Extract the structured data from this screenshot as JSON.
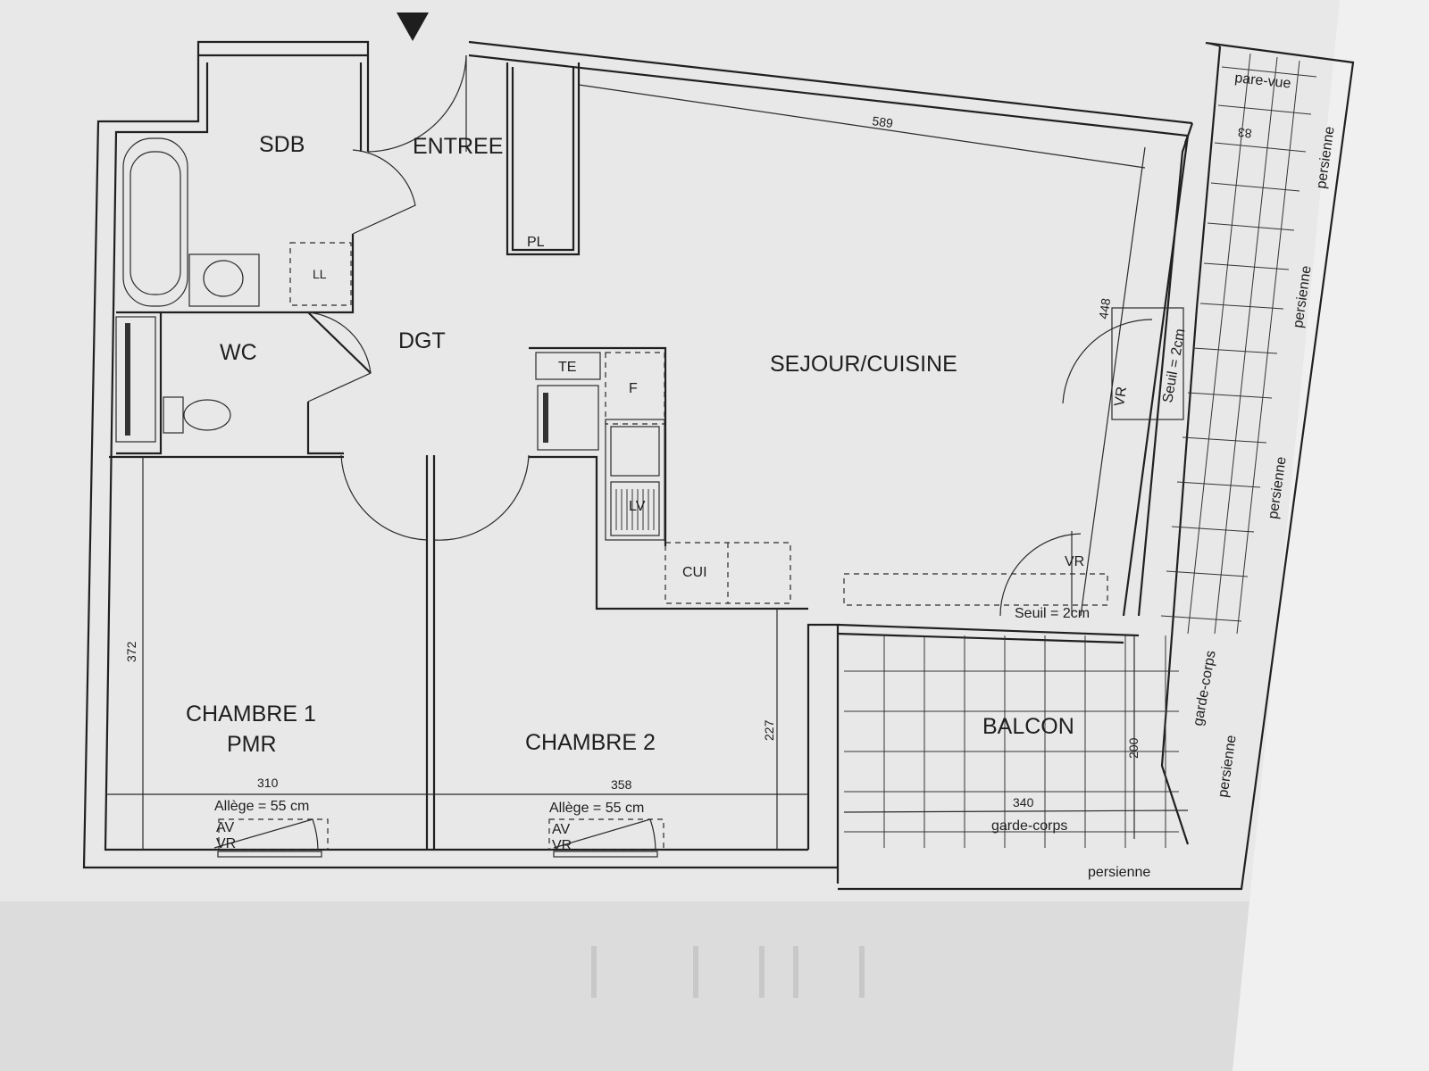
{
  "colors": {
    "paper": "#e8e8e8",
    "shade": "#cfcfcf",
    "ink": "#1e1e1e"
  },
  "icons": {
    "entrance": "entrance-arrow-icon"
  },
  "rooms": {
    "sdb": "SDB",
    "entree": "ENTREE",
    "wc": "WC",
    "dgt": "DGT",
    "sejour": "SEJOUR/CUISINE",
    "chambre1_line1": "CHAMBRE 1",
    "chambre1_line2": "PMR",
    "chambre2": "CHAMBRE 2",
    "balcon": "BALCON"
  },
  "fixtures": {
    "pl": "PL",
    "ll": "LL",
    "te": "TE",
    "f": "F",
    "lv": "LV",
    "cui": "CUI",
    "vr": "VR",
    "av": "AV"
  },
  "annotations": {
    "pare_vue": "pare-vue",
    "persienne": "persienne",
    "garde_corps": "garde-corps",
    "seuil": "Seuil = 2cm",
    "allege": "Allège = 55 cm"
  },
  "dimensions": {
    "sejour_width": "589",
    "sejour_depth": "448",
    "loggia_width": "83",
    "chambre1_depth": "372",
    "chambre2_depth": "227",
    "chambre1_width": "310",
    "chambre2_width": "358",
    "balcon_depth": "200",
    "balcon_width": "340"
  }
}
